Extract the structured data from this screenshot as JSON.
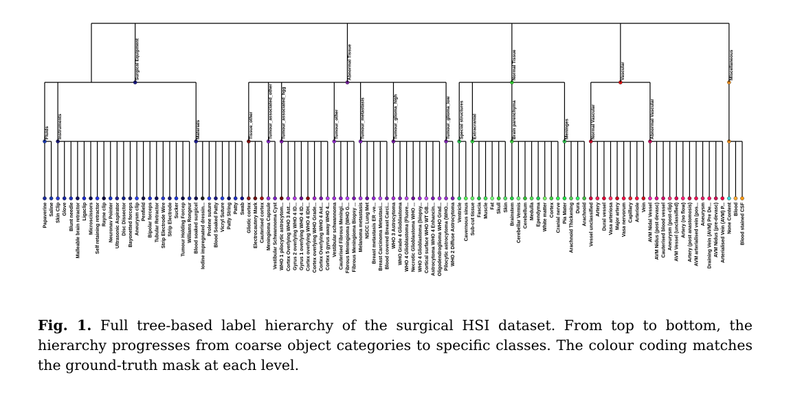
{
  "caption": {
    "label": "Fig. 1.",
    "text": "Full tree-based label hierarchy of the surgical HSI dataset. From top to bottom, the hierarchy progresses from coarse object categories to specific classes. The colour coding matches the ground-truth mask at each level."
  },
  "groups": [
    {
      "name": "Surgical Equipment",
      "color": "#1a1a8c",
      "children": [
        {
          "name": "Fluids",
          "color": "#1f3fbf",
          "leaves": [
            {
              "name": "Papaverine",
              "color": "#1a2a99"
            },
            {
              "name": "Saline",
              "color": "#1e3aa8"
            }
          ]
        },
        {
          "name": "Instruments",
          "color": "#1a1a80",
          "leaves": [
            {
              "name": "Skin Clip",
              "color": "#2a3ad0"
            },
            {
              "name": "Glove",
              "color": "#1525a0"
            },
            {
              "name": "Blunt needle",
              "color": "#1f2fb8"
            },
            {
              "name": "Malleable brain retractor",
              "color": "#101060"
            },
            {
              "name": "Ligaclip",
              "color": "#1a2acc"
            },
            {
              "name": "Microscissors",
              "color": "#0d0d50"
            },
            {
              "name": "Self retaining retractor",
              "color": "#2535e0"
            },
            {
              "name": "Rayne clip",
              "color": "#0a0a40"
            },
            {
              "name": "Neuronav Pointer",
              "color": "#1830c0"
            },
            {
              "name": "Ultrasonic Aspirator",
              "color": "#202090"
            },
            {
              "name": "Disc Dissector",
              "color": "#0f1f88"
            },
            {
              "name": "Bayonetted forceps",
              "color": "#1a1a70"
            },
            {
              "name": "Aneurysm clip",
              "color": "#2a40e8"
            },
            {
              "name": "Penfield",
              "color": "#121248"
            },
            {
              "name": "Bipolar forceps",
              "color": "#1c2cd8"
            },
            {
              "name": "Tubular Retractor",
              "color": "#0e0e5c"
            },
            {
              "name": "Strip Electrode Wire",
              "color": "#2838c8"
            },
            {
              "name": "Strip Electrode",
              "color": "#161678"
            },
            {
              "name": "Sucker",
              "color": "#1d35d5"
            },
            {
              "name": "Tumour Holding Forcep",
              "color": "#0b0b44"
            },
            {
              "name": "Williams Rongeur",
              "color": "#2030b0"
            }
          ]
        },
        {
          "name": "Materials",
          "color": "#2020a0",
          "leaves": [
            {
              "name": "Blood soaked surgicel",
              "color": "#101050"
            },
            {
              "name": "Iodine impregnated dressin...",
              "color": "#202020"
            },
            {
              "name": "Prolene suture",
              "color": "#2a3ae0"
            },
            {
              "name": "Blood Soaked Patty",
              "color": "#181880"
            },
            {
              "name": "Vicryl Suture",
              "color": "#2540d8"
            },
            {
              "name": "Patty String",
              "color": "#121260"
            },
            {
              "name": "Patty",
              "color": "#1e2ec0"
            },
            {
              "name": "Swab",
              "color": "#14148c"
            }
          ]
        }
      ]
    },
    {
      "name": "Abnormal Tissue",
      "color": "#7a1fa0",
      "children": [
        {
          "name": "Tissue_other",
          "color": "#8b1010",
          "leaves": [
            {
              "name": "Gliotic cortex",
              "color": "#8b1a1a"
            },
            {
              "name": "Electrocautery Mark",
              "color": "#6a0f0f"
            },
            {
              "name": "Cauterised cortex",
              "color": "#a01818"
            }
          ]
        },
        {
          "name": "Tumour_associated_other",
          "color": "#8a2ad0",
          "leaves": [
            {
              "name": "Meningioma Capsule",
              "color": "#9030d8"
            },
            {
              "name": "Vestibular Schwannoma Cyst",
              "color": "#7a20c0"
            }
          ]
        },
        {
          "name": "Tumour_associated_hgg",
          "color": "#8a1fb8",
          "leaves": [
            {
              "name": "WHO 1 pilocytic astrocytom...",
              "color": "#6a0a0a"
            },
            {
              "name": "Cortex Overlying WHO 3 Ast...",
              "color": "#9a28d0"
            },
            {
              "name": "Gyrus 2 overlying WHO 4 ID...",
              "color": "#b03ae0"
            },
            {
              "name": "Gyrus 1 overlying WHO 4 ID...",
              "color": "#6a1090"
            },
            {
              "name": "Cortex overlying WHO 4 IDH...",
              "color": "#8a0a0a"
            },
            {
              "name": "Cortex overlying WHO Grade...",
              "color": "#a028c8"
            },
            {
              "name": "Cortex Overlying WHO 4 Ast...",
              "color": "#7818a8"
            },
            {
              "name": "Cortex 5 gyrus away WHO 4...",
              "color": "#b040e8"
            }
          ]
        },
        {
          "name": "Tumour_other",
          "color": "#9a30d8",
          "leaves": [
            {
              "name": "Vestibular schwannoma",
              "color": "#a030d8"
            },
            {
              "name": "Cauterised Fibrous Meningi...",
              "color": "#8a20c0"
            },
            {
              "name": "Fibrous Meningioma (WHO G...",
              "color": "#b040f0"
            },
            {
              "name": "Fibrous Meningioma Biopsy ...",
              "color": "#7a18b0"
            }
          ]
        },
        {
          "name": "Tumour_metastasis",
          "color": "#8a28c8",
          "leaves": [
            {
              "name": "Melanoma metastasis",
              "color": "#a838e0"
            },
            {
              "name": "NSCC Lung Met",
              "color": "#6a10a0"
            },
            {
              "name": "Breast metastasis ER -ve...",
              "color": "#9028d0"
            },
            {
              "name": "Breast Carcinoma Metastasi...",
              "color": "#b848f0"
            },
            {
              "name": "Blood covered Breast Carci...",
              "color": "#7020a8"
            }
          ]
        },
        {
          "name": "Tumour_glioma_high",
          "color": "#7a1aa8",
          "leaves": [
            {
              "name": "WHO 3 Astrocytoma",
              "color": "#a030d0"
            },
            {
              "name": "WHO Grade 4 Glioblastoma",
              "color": "#8020b8"
            },
            {
              "name": "WHO 4 Glioblastoma (Fluore...",
              "color": "#b848e8"
            },
            {
              "name": "Necrotic Glioblastoma WHO ...",
              "color": "#6a1098"
            },
            {
              "name": "WHO 4 Glioblastoma (biopsy...",
              "color": "#9a28d8"
            },
            {
              "name": "Cortical surface WHO WT GB...",
              "color": "#c050f0"
            },
            {
              "name": "Astrocytoma WHO 4 Enhancin...",
              "color": "#7818b0"
            },
            {
              "name": "Oligodendroglioma WHO Grad...",
              "color": "#a838e0"
            }
          ]
        },
        {
          "name": "Tumour_glioma_low",
          "color": "#8a28c0",
          "leaves": [
            {
              "name": "Pilocytic astrocytoma (WHO...",
              "color": "#9a30d0"
            },
            {
              "name": "WHO 2 Diffuse Astrocytoma",
              "color": "#7a20b0"
            }
          ]
        }
      ]
    },
    {
      "name": "Normal Tissue",
      "color": "#33dd33",
      "children": [
        {
          "name": "Special structures",
          "color": "#2acc55",
          "leaves": [
            {
              "name": "Ventricle",
              "color": "#22cc66"
            },
            {
              "name": "Cavernous sinus",
              "color": "#55ee55"
            }
          ]
        },
        {
          "name": "Extracranial",
          "color": "#33dd44",
          "leaves": [
            {
              "name": "Sub-cut tissue",
              "color": "#66ee66"
            },
            {
              "name": "Fascia",
              "color": "#22bb44"
            },
            {
              "name": "Muscle",
              "color": "#44dd55"
            },
            {
              "name": "Fat",
              "color": "#77ff77"
            },
            {
              "name": "Skull",
              "color": "#33cc33"
            },
            {
              "name": "Skin",
              "color": "#55dd66"
            }
          ]
        },
        {
          "name": "Brain parenchyma",
          "color": "#44dd44",
          "leaves": [
            {
              "name": "Brainstem",
              "color": "#2acc44"
            },
            {
              "name": "Cerebellar Vermis",
              "color": "#66ee77"
            },
            {
              "name": "Cerebellum",
              "color": "#33bb33"
            },
            {
              "name": "Medulla",
              "color": "#55dd55"
            },
            {
              "name": "Ependyma",
              "color": "#22cc55"
            },
            {
              "name": "White matter",
              "color": "#77ee66"
            },
            {
              "name": "Cortex",
              "color": "#44cc44"
            },
            {
              "name": "Cranial nerve",
              "color": "#33ee55"
            }
          ]
        },
        {
          "name": "Meninges",
          "color": "#33cc55",
          "leaves": [
            {
              "name": "Pia Mater",
              "color": "#22dd44"
            },
            {
              "name": "Arachnoid Thickening",
              "color": "#55cc55"
            },
            {
              "name": "Dura",
              "color": "#33ee66"
            },
            {
              "name": "Arachnoid",
              "color": "#44bb44"
            }
          ]
        }
      ]
    },
    {
      "name": "Vascular",
      "color": "#ee1111",
      "children": [
        {
          "name": "Normal Vascular",
          "color": "#dd1133",
          "leaves": [
            {
              "name": "Vessel unclassified",
              "color": "#cc1144"
            },
            {
              "name": "Artery",
              "color": "#ee2255"
            },
            {
              "name": "Dural vessel",
              "color": "#dd0033"
            },
            {
              "name": "Vasa arteriosa",
              "color": "#ff3366"
            },
            {
              "name": "Major artery",
              "color": "#cc0022"
            },
            {
              "name": "Vasa nervorum",
              "color": "#ee1144"
            },
            {
              "name": "Capillary",
              "color": "#dd2233"
            },
            {
              "name": "Arteriole",
              "color": "#ff1144"
            },
            {
              "name": "Vein",
              "color": "#cc1122"
            }
          ]
        },
        {
          "name": "Abnormal Vascular",
          "color": "#dd1166",
          "leaves": [
            {
              "name": "AVM Nidal Vessel",
              "color": "#ee22aa"
            },
            {
              "name": "AVM Nidus (post devasc)",
              "color": "#dd1188"
            },
            {
              "name": "Cauterised blood vessel",
              "color": "#cc1166"
            },
            {
              "name": "Aneurysm (post-clip)",
              "color": "#ee3377"
            },
            {
              "name": "AVM Vessel (unclassified)",
              "color": "#dd0055"
            },
            {
              "name": "Artery (no flow)",
              "color": "#ff2277"
            },
            {
              "name": "Artery (post anastomosis)",
              "color": "#cc0044"
            },
            {
              "name": "AVM arterialised vein (pos...",
              "color": "#ee1155"
            },
            {
              "name": "Aneurysm",
              "color": "#dd2266"
            },
            {
              "name": "Draining Vein (AVM) Pre De...",
              "color": "#ff1166"
            },
            {
              "name": "AVM Nidus (pre-devasc)",
              "color": "#cc1155"
            },
            {
              "name": "Arterialised Vein (AVM) P...",
              "color": "#ee0044"
            }
          ]
        }
      ]
    },
    {
      "name": "Miscellaneous",
      "color": "#ff9922",
      "children": [
        {
          "name": "",
          "color": "#ff9922",
          "leaves": [
            {
              "name": "None Content",
              "color": "#33dddd"
            },
            {
              "name": "Blood",
              "color": "#ffaa33"
            },
            {
              "name": "Blood stained CSF",
              "color": "#ff9911"
            }
          ]
        }
      ]
    }
  ]
}
